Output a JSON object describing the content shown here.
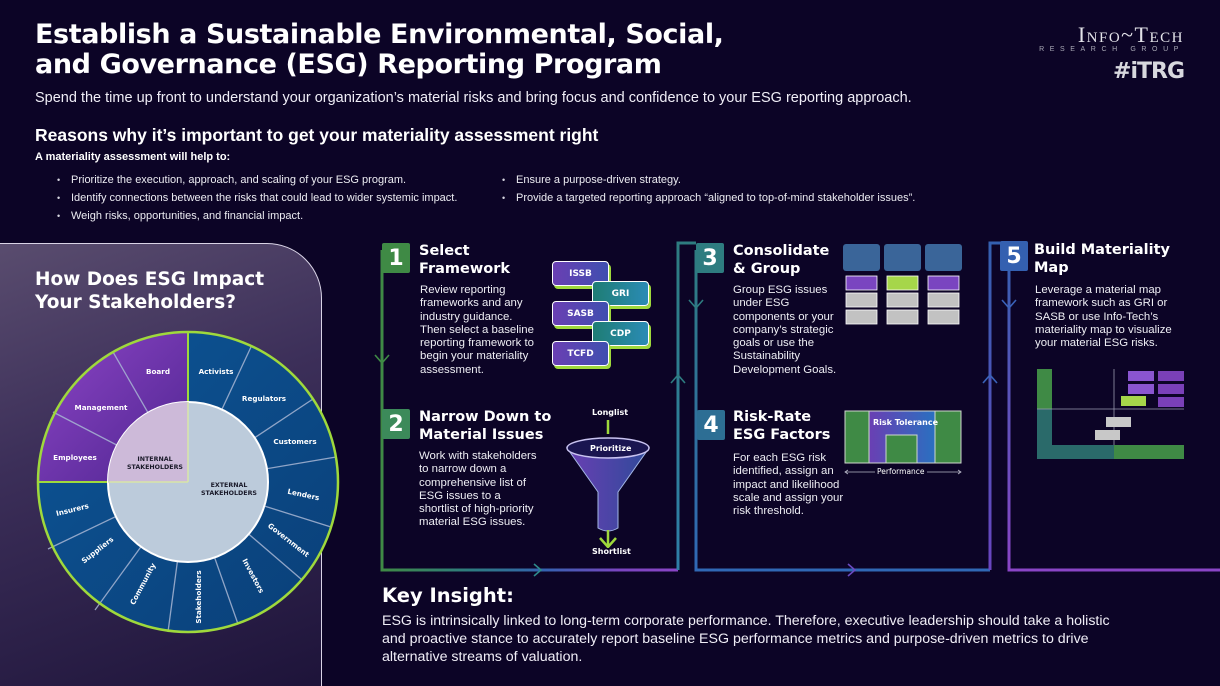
{
  "header": {
    "title_line1": "Establish a Sustainable Environmental, Social,",
    "title_line2": "and Governance (ESG) Reporting Program",
    "subtitle": "Spend the time up front to understand your organization’s material risks and bring focus and confidence to your ESG reporting approach."
  },
  "logo": {
    "name": "Info~Tech",
    "tagline": "RESEARCH GROUP",
    "hashtag": "#iTRG"
  },
  "reasons": {
    "heading": "Reasons why it’s important to get your materiality assessment right",
    "intro": "A materiality assessment will help to:",
    "column1": [
      "Prioritize the execution, approach, and scaling of your ESG program.",
      "Identify connections between the risks that could lead to wider systemic impact.",
      "Weigh risks, opportunities, and financial impact."
    ],
    "column2": [
      "Ensure a purpose-driven strategy.",
      "Provide a targeted reporting approach “aligned to top-of-mind stakeholder issues”."
    ]
  },
  "stakeholders": {
    "title_line1": "How Does ESG Impact",
    "title_line2": "Your Stakeholders?",
    "internal_label_1": "INTERNAL",
    "internal_label_2": "STAKEHOLDERS",
    "external_label_1": "EXTERNAL",
    "external_label_2": "STAKEHOLDERS",
    "internal": [
      "Board",
      "Management",
      "Employees"
    ],
    "external": [
      "Activists",
      "Regulators",
      "Customers",
      "Lenders",
      "Government",
      "Investors",
      "Stakeholders",
      "Community",
      "Suppliers",
      "Insurers"
    ],
    "colors": {
      "internal": "#6b33a8",
      "external": "#0e4d8c",
      "ring": "#9fd93c",
      "center": "#bccbdb"
    }
  },
  "steps": [
    {
      "number": "1",
      "title_line1": "Select",
      "title_line2": "Framework",
      "body": "Review reporting frameworks and any industry guidance. Then select a baseline reporting framework to begin your materiality assessment.",
      "color": "#3f8a45",
      "frameworks": [
        "ISSB",
        "GRI",
        "SASB",
        "CDP",
        "TCFD"
      ]
    },
    {
      "number": "2",
      "title_line1": "Narrow Down to",
      "title_line2": "Material Issues",
      "body": "Work with stakeholders to narrow down a comprehensive list of ESG issues to a shortlist of high-priority material ESG issues.",
      "color": "#3c8a5a",
      "funnel": {
        "top": "Longlist",
        "middle": "Prioritize",
        "bottom": "Shortlist"
      }
    },
    {
      "number": "3",
      "title_line1": "Consolidate",
      "title_line2": "& Group",
      "body": "Group ESG issues under ESG components or your company’s strategic goals or use the Sustainability Development Goals.",
      "color": "#2e7c80"
    },
    {
      "number": "4",
      "title_line1": "Risk-Rate",
      "title_line2": "ESG Factors",
      "body": "For each ESG risk identified, assign an impact and likelihood scale and assign your risk threshold.",
      "color": "#2d6e94",
      "chart_labels": {
        "top": "Risk Tolerance",
        "axis": "Performance"
      }
    },
    {
      "number": "5",
      "title_line1": "Build Materiality",
      "title_line2": "Map",
      "body": "Leverage a material map framework such as GRI or SASB or use Info-Tech’s materiality map to visualize your material ESG risks.",
      "color": "#3460b0"
    }
  ],
  "key_insight": {
    "heading": "Key Insight:",
    "body": "ESG is intrinsically linked to long-term corporate performance. Therefore, executive leadership should take a holistic and proactive stance to accurately report baseline ESG performance metrics and purpose-driven metrics to drive alternative streams of valuation."
  }
}
